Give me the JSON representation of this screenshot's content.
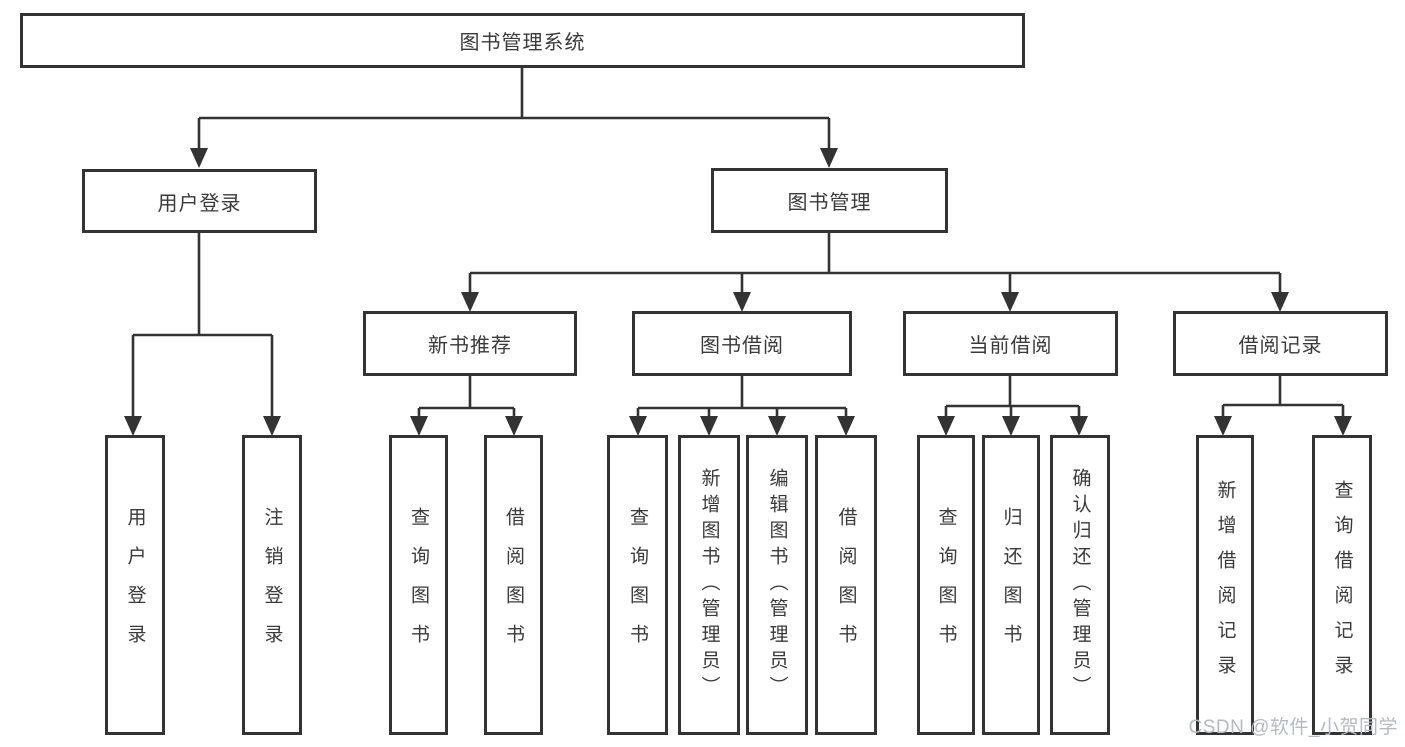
{
  "diagram": {
    "root": {
      "label": "图书管理系统"
    },
    "branches": [
      {
        "label": "用户登录",
        "children": [
          "用户登录",
          "注销登录"
        ]
      },
      {
        "label": "图书管理",
        "sections": [
          {
            "label": "新书推荐",
            "children": [
              "查询图书",
              "借阅图书"
            ]
          },
          {
            "label": "图书借阅",
            "children": [
              "查询图书",
              "新增图书（管理员）",
              "编辑图书（管理员）",
              "借阅图书"
            ]
          },
          {
            "label": "当前借阅",
            "children": [
              "查询图书",
              "归还图书",
              "确认归还（管理员）"
            ]
          },
          {
            "label": "借阅记录",
            "children": [
              "新增借阅记录",
              "查询借阅记录"
            ]
          }
        ]
      }
    ]
  },
  "watermark": {
    "text": "CSDN @软件_小贺同学"
  },
  "style": {
    "line_color": "#333333",
    "text_color": "#3a3a3a",
    "background": "#ffffff"
  }
}
